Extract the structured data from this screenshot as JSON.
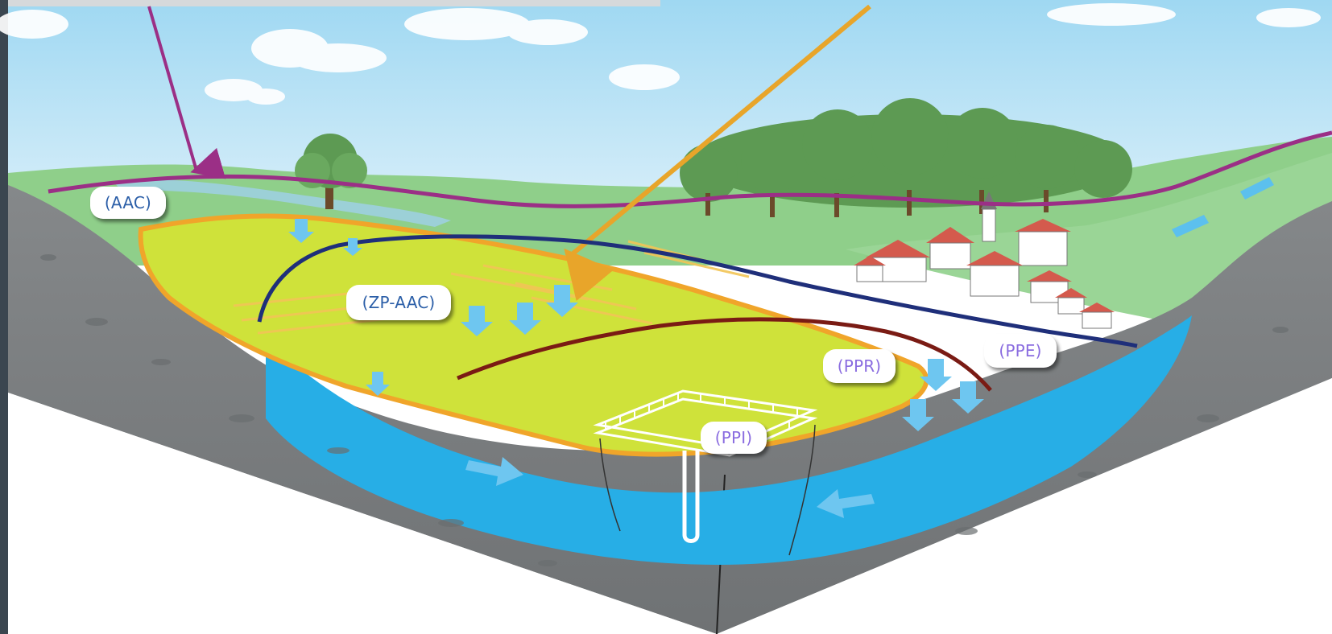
{
  "labels": {
    "aac": "(AAC)",
    "zp_aac": "(ZP-AAC)",
    "ppr": "(PPR)",
    "ppe": "(PPE)",
    "ppi": "(PPI)"
  },
  "colors": {
    "sky_top": "#a9dcf3",
    "sky_bottom": "#e8f5fb",
    "ground_green": "#8fcf8a",
    "catchment_yellow": "#cfe23a",
    "catchment_border": "#f0a52a",
    "aquifer_blue": "#27aee6",
    "rock_gray": "#7b7e80",
    "rock_dark": "#6b6e70",
    "boundary_purple": "#9b2f86",
    "line_orange": "#e8a52a",
    "line_navy": "#1f2f7a",
    "line_maroon": "#7a1b14",
    "arrow_light_blue": "#6ec6f0"
  }
}
